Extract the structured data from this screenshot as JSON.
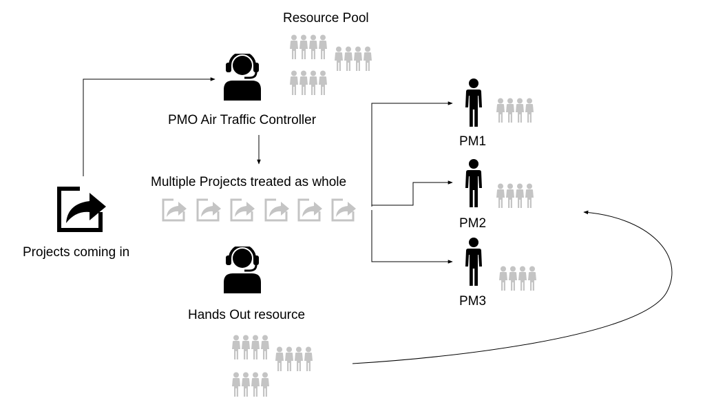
{
  "diagram": {
    "labels": {
      "resource_pool": "Resource Pool",
      "controller": "PMO Air Traffic Controller",
      "multiple_projects": "Multiple Projects treated as whole",
      "projects_in": "Projects coming in",
      "hands_out": "Hands Out resource",
      "pm1": "PM1",
      "pm2": "PM2",
      "pm3": "PM3"
    },
    "icons": {
      "headset_person": "headset-person-icon",
      "person": "person-icon",
      "team": "team-group-icon",
      "share": "share-arrow-icon"
    },
    "colors": {
      "foreground": "#000000",
      "faded": "#c4c4c4",
      "background": "#ffffff"
    }
  }
}
